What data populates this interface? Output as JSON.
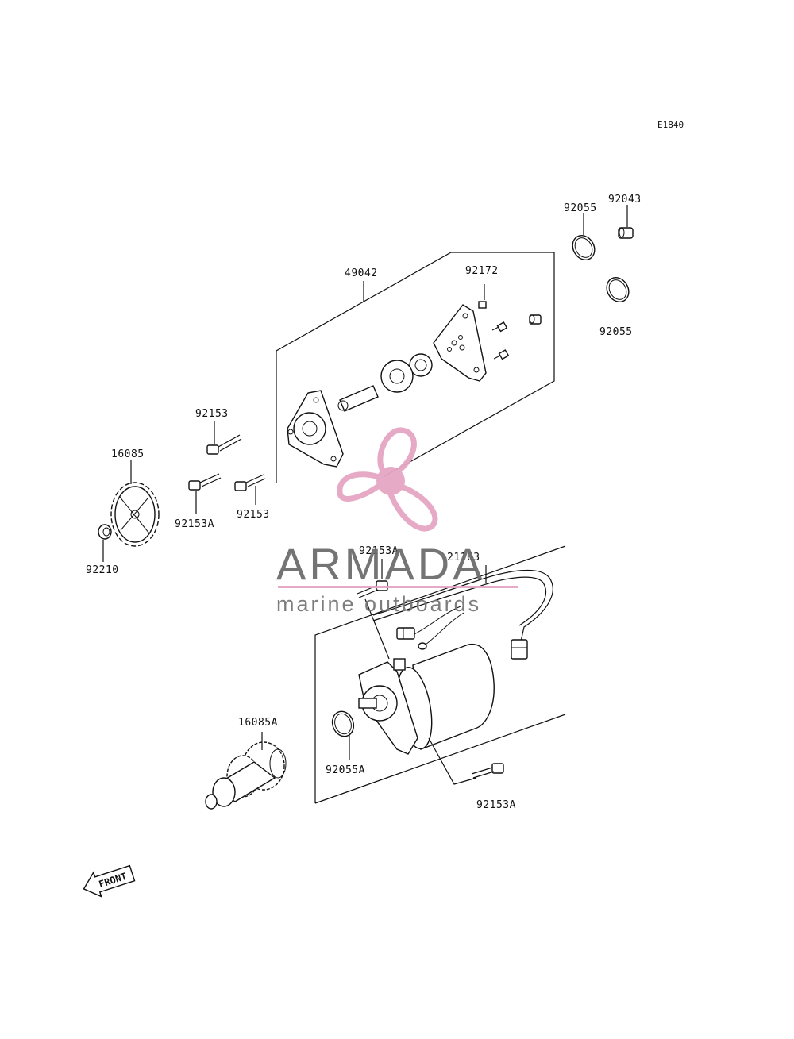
{
  "diagram_code": "E1840",
  "labels": {
    "p92055_top": "92055",
    "p92043": "92043",
    "p92055_mid": "92055",
    "p49042": "49042",
    "p92172": "92172",
    "p92153_a": "92153",
    "p16085": "16085",
    "p92153_b": "92153",
    "p92153A_a": "92153A",
    "p92210": "92210",
    "p92153A_b": "92153A",
    "p21163": "21163",
    "p16085A": "16085A",
    "p92055A": "92055A",
    "p92153A_c": "92153A"
  },
  "watermark": {
    "name": "ARMADA",
    "tagline": "marine outboards",
    "accent_color": "#e6a6c4",
    "text_color": "#6d6d6d"
  },
  "front_arrow": {
    "text": "FRONT"
  }
}
